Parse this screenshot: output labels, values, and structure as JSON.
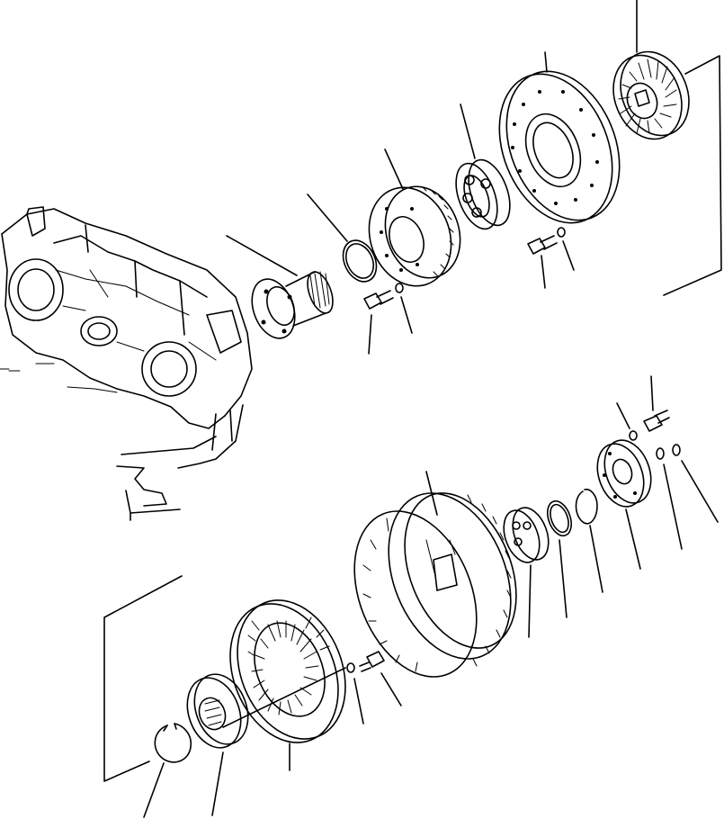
{
  "figure": {
    "type": "exploded-parts-diagram",
    "ink_color": "#000000",
    "background_color": "#ffffff",
    "printed_text": []
  },
  "parts": [
    {
      "name": "transmission-case"
    },
    {
      "name": "output-shaft-flange"
    },
    {
      "name": "large-snap-ring"
    },
    {
      "name": "ring-gear"
    },
    {
      "name": "ball-bearing"
    },
    {
      "name": "housing-cover"
    },
    {
      "name": "stator"
    },
    {
      "name": "bolt"
    },
    {
      "name": "lock-washer"
    },
    {
      "name": "turbine-drum"
    },
    {
      "name": "bearing"
    },
    {
      "name": "snap-ring"
    },
    {
      "name": "pump-flange"
    },
    {
      "name": "impeller"
    },
    {
      "name": "drive-hub"
    }
  ]
}
